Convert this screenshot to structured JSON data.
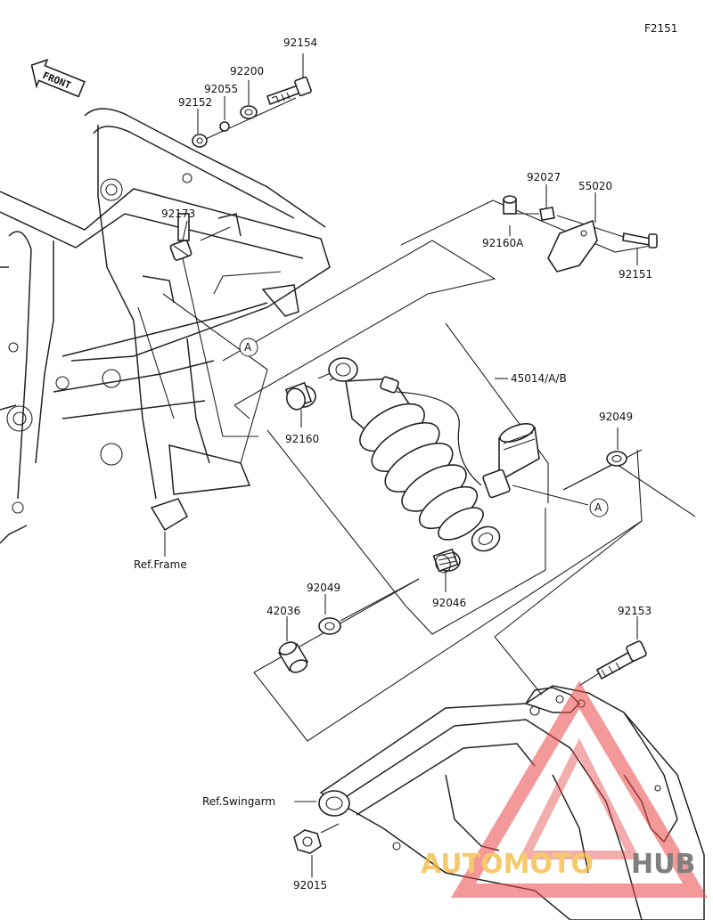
{
  "figure_code": "F2151",
  "front_arrow_label": "FRONT",
  "part_numbers": {
    "p92154": "92154",
    "p92200": "92200",
    "p92055": "92055",
    "p92152": "92152",
    "p92173": "92173",
    "p92027": "92027",
    "p55020": "55020",
    "p92160A": "92160A",
    "p92151": "92151",
    "p45014": "45014/A/B",
    "p92160": "92160",
    "p92049_top": "92049",
    "p92046": "92046",
    "p92049_bottom": "92049",
    "p42036": "42036",
    "p92153": "92153",
    "p92015": "92015"
  },
  "references": {
    "frame": "Ref.Frame",
    "swingarm": "Ref.Swingarm"
  },
  "callout_marker": "A",
  "watermark": {
    "part1": "AUTOMOTO",
    "part2": "HUB",
    "color_primary": "#f3b93b",
    "color_secondary": "#555555",
    "triangle_color": "#e84a4a"
  }
}
